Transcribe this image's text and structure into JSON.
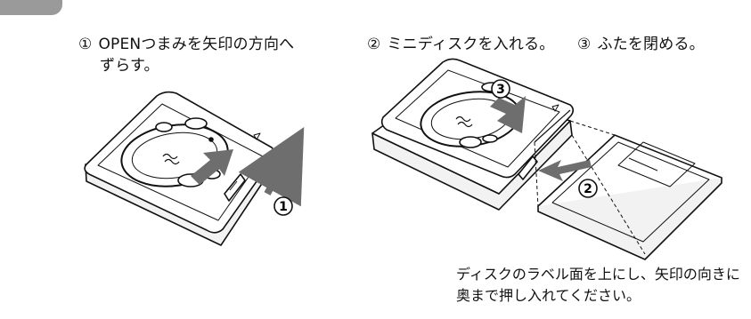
{
  "steps": [
    {
      "number": "①",
      "text_line1": "OPENつまみを矢印の方向へ",
      "text_line2": "ずらす。"
    },
    {
      "number": "②",
      "text_line1": "ミニディスクを入れる。"
    },
    {
      "number": "③",
      "text_line1": "ふたを閉める。"
    }
  ],
  "callouts": {
    "one": "1",
    "two": "2",
    "three": "3"
  },
  "caption": {
    "line1": "ディスクのラベル面を上にし、矢印の向きに",
    "line2": "奥まで押し入れてください。"
  },
  "colors": {
    "tab": "#9a9a9a",
    "ink": "#111111",
    "arrow": "#6e6e6e"
  }
}
